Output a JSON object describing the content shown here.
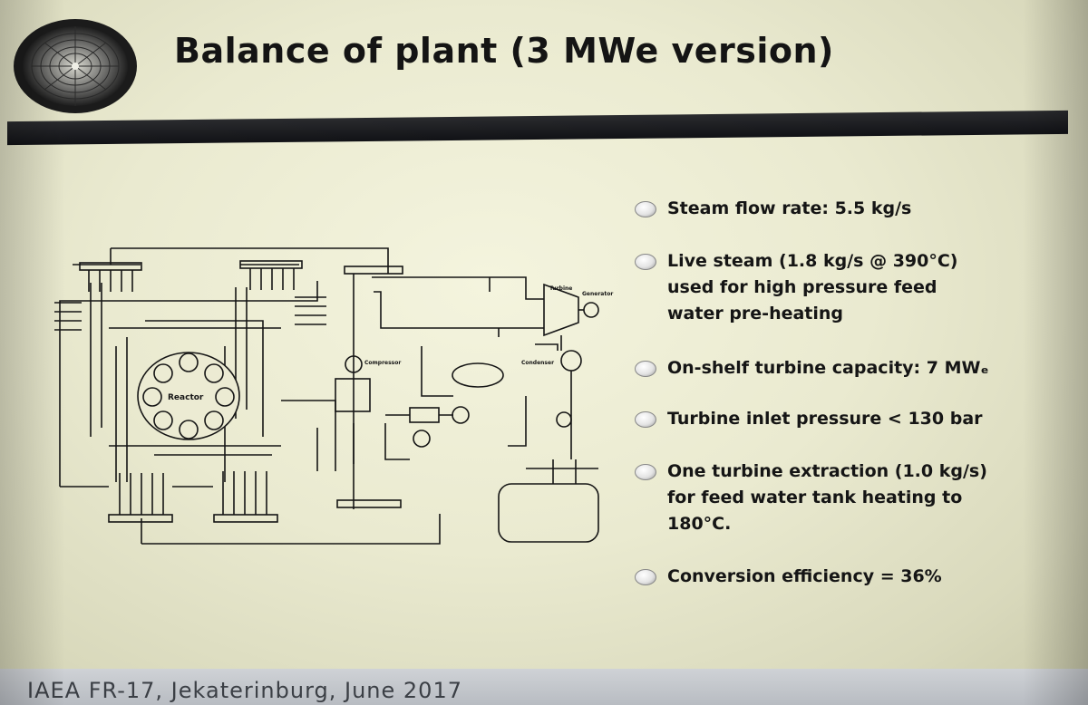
{
  "slide": {
    "title": "Balance of plant (3 MWe version)",
    "footer": "IAEA FR-17, Jekaterinburg, June 2017",
    "logo_icon": "reactor-core-emblem-icon"
  },
  "diagram": {
    "reactor_label": "Reactor",
    "turbine_label": "Turbine",
    "generator_label": "Generator",
    "condenser_label": "Condenser",
    "compressor_label": "Compressor"
  },
  "bullets": [
    {
      "text": "Steam flow rate: 5.5 kg/s"
    },
    {
      "text": "Live steam (1.8 kg/s @ 390°C)\nused for high pressure feed\nwater pre-heating"
    },
    {
      "text": "On-shelf turbine capacity: 7 MWₑ"
    },
    {
      "text": "Turbine inlet pressure < 130 bar"
    },
    {
      "text": "One turbine extraction (1.0 kg/s)\nfor feed water tank heating to\n180°C."
    },
    {
      "text": "Conversion efficiency = 36%"
    }
  ]
}
